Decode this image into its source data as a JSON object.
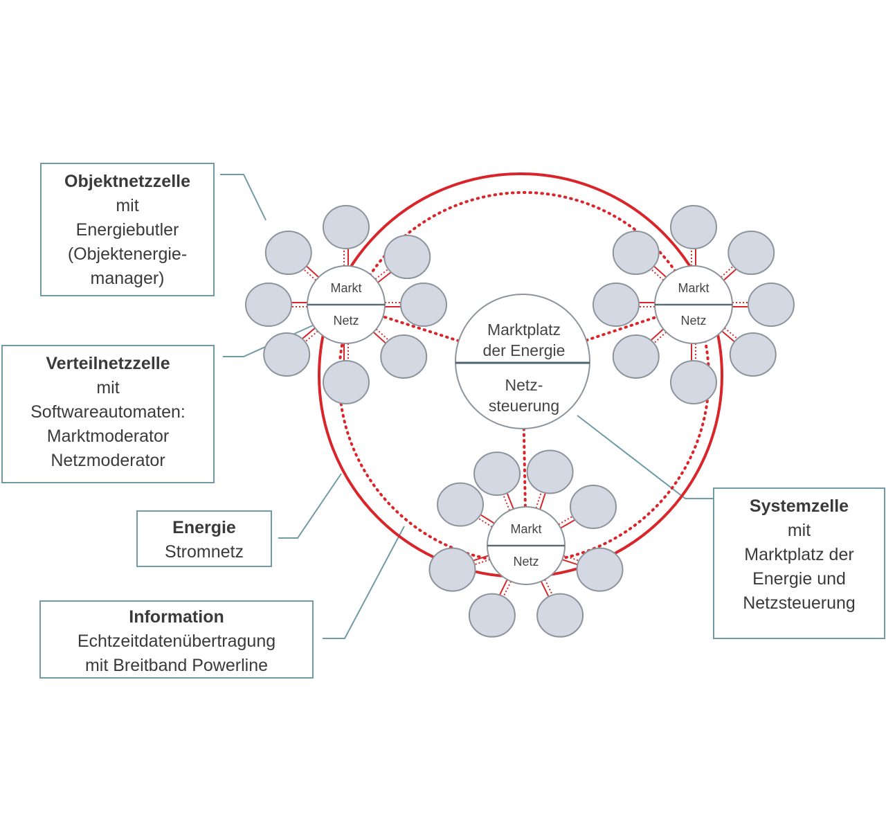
{
  "labels": {
    "objekt": {
      "title": "Objektnetzzelle",
      "lines": [
        "mit",
        "Energiebutler",
        "(Objektenergie-",
        "manager)"
      ]
    },
    "verteil": {
      "title": "Verteilnetzzelle",
      "lines": [
        "mit",
        "Softwareautomaten:",
        "Marktmoderator",
        "Netzmoderator"
      ]
    },
    "energie": {
      "title": "Energie",
      "lines": [
        "Stromnetz"
      ]
    },
    "information": {
      "title": "Information",
      "lines": [
        "Echtzeitdatenübertragung",
        "mit Breitband Powerline"
      ]
    },
    "system": {
      "title": "Systemzelle",
      "lines": [
        "mit",
        "Marktplatz der",
        "Energie und",
        "Netzsteuerung"
      ]
    }
  },
  "hub": {
    "top": "Markt",
    "bottom": "Netz"
  },
  "center": {
    "top_line1": "Marktplatz",
    "top_line2": "der Energie",
    "bottom_line1": "Netz-",
    "bottom_line2": "steuerung"
  },
  "colors": {
    "ring": "#d9252a",
    "node_fill": "#d3d8e2",
    "node_stroke": "#8c939b",
    "label_border": "#6f9aa6"
  }
}
